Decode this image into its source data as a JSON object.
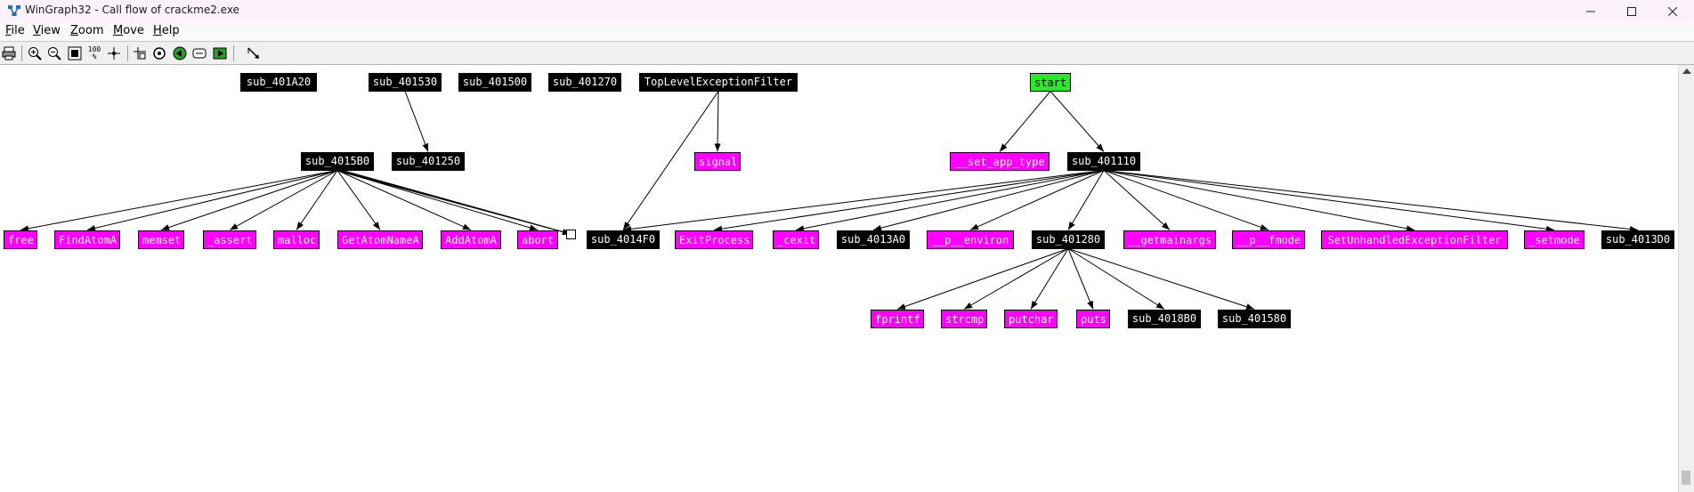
{
  "window": {
    "title": "WinGraph32 - Call flow of crackme2.exe",
    "controls": {
      "minimize": "—",
      "maximize": "☐",
      "close": "✕"
    }
  },
  "menu": [
    {
      "label": "File",
      "accel": "F",
      "rest": "ile"
    },
    {
      "label": "View",
      "accel": "V",
      "rest": "iew"
    },
    {
      "label": "Zoom",
      "accel": "Z",
      "rest": "oom"
    },
    {
      "label": "Move",
      "accel": "M",
      "rest": "ove"
    },
    {
      "label": "Help",
      "accel": "H",
      "rest": "elp"
    }
  ],
  "toolbar": {
    "icons": [
      "print-icon",
      "zoom-in-icon",
      "zoom-out-icon",
      "fit-window-icon",
      "zoom-100-icon",
      "center-icon",
      "layout-icon",
      "rotate-icon",
      "nav-left-icon",
      "nav-box-icon",
      "nav-right-icon",
      "edge-follow-icon"
    ],
    "zoom_100_label": "100"
  },
  "graph": {
    "colors": {
      "library": "#ff00ff",
      "function": "#000000",
      "entry": "#22ee22"
    },
    "nodes": {
      "sub_401A20": "sub_401A20",
      "sub_401530": "sub_401530",
      "sub_401500": "sub_401500",
      "sub_401270": "sub_401270",
      "TopLevelExceptionFilter": "TopLevelExceptionFilter",
      "start": "start",
      "sub_4015B0": "sub_4015B0",
      "sub_401250": "sub_401250",
      "signal": "signal",
      "set_app_type": "__set_app_type",
      "sub_401110": "sub_401110",
      "free": "free",
      "FindAtomA": "FindAtomA",
      "memset": "memset",
      "assert": "_assert",
      "malloc": "malloc",
      "GetAtomNameA": "GetAtomNameA",
      "AddAtomA": "AddAtomA",
      "abort": "abort",
      "sub_4014F0": "sub_4014F0",
      "ExitProcess": "ExitProcess",
      "cexit": "_cexit",
      "sub_4013A0": "sub_4013A0",
      "p_environ": "__p__environ",
      "sub_401280": "sub_401280",
      "getmainargs": "__getmainargs",
      "p_fmode": "__p__fmode",
      "SetUnhandledExceptionFilter": "SetUnhandledExceptionFilter",
      "setmode": "_setmode",
      "sub_4013D0": "sub_4013D0",
      "fprintf": "fprintf",
      "strcmp": "strcmp",
      "putchar": "putchar",
      "puts": "puts",
      "sub_4018B0": "sub_4018B0",
      "sub_401580": "sub_401580"
    }
  }
}
